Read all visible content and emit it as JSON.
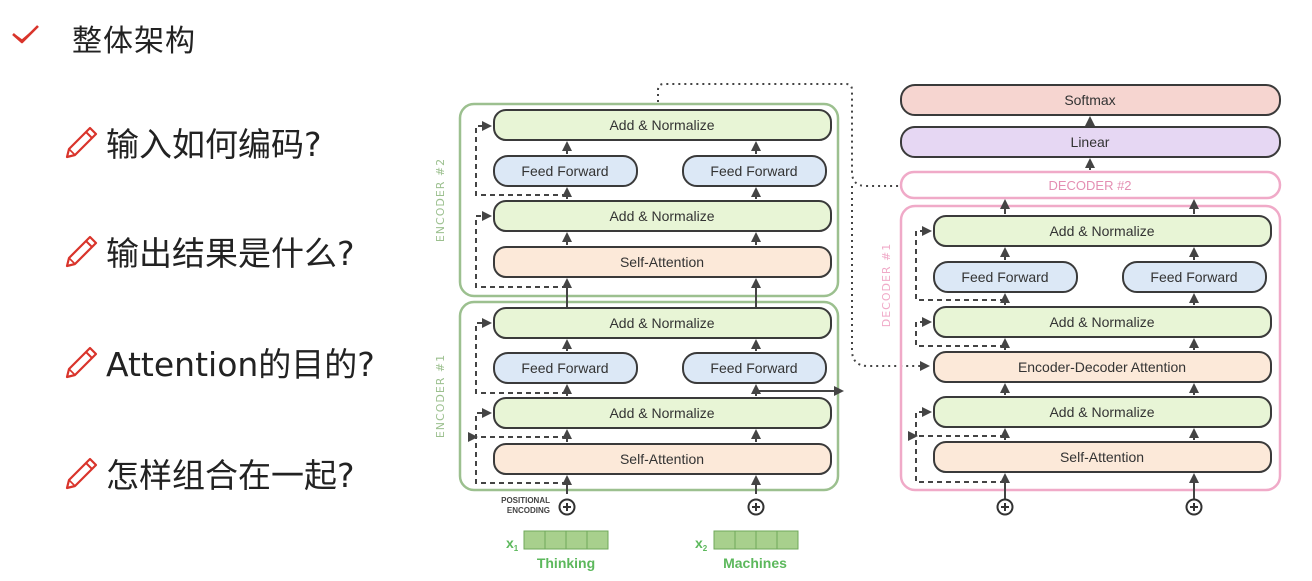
{
  "title": "整体架构",
  "bullets": [
    "输入如何编码?",
    "输出结果是什么?",
    "Attention的目的?",
    "怎样组合在一起?"
  ],
  "icons": {
    "title": "check-icon",
    "bullet": "pencil-icon"
  },
  "encoder": {
    "labels": [
      "ENCODER #2",
      "ENCODER #1"
    ],
    "add_normalize": "Add & Normalize",
    "feed_forward": "Feed Forward",
    "self_attention": "Self-Attention"
  },
  "decoder": {
    "label1": "DECODER #1",
    "label2": "DECODER #2",
    "add_normalize": "Add & Normalize",
    "feed_forward": "Feed Forward",
    "enc_dec_attention": "Encoder-Decoder Attention",
    "self_attention": "Self-Attention",
    "softmax": "Softmax",
    "linear": "Linear"
  },
  "positional_encoding": [
    "POSITIONAL",
    "ENCODING"
  ],
  "inputs": [
    {
      "sub": "x1",
      "word": "Thinking"
    },
    {
      "sub": "x2",
      "word": "Machines"
    }
  ],
  "colors": {
    "encoder_border": "#9cc08f",
    "decoder_border": "#f0aac8",
    "add_norm_fill": "#e8f5d6",
    "feed_forward_fill": "#dce8f6",
    "self_attention_fill": "#fce9d9",
    "softmax_fill": "#f6d5d0",
    "linear_fill": "#e6d7f3",
    "input_cell": "#a8d08d",
    "accent_red": "#d9342b"
  }
}
